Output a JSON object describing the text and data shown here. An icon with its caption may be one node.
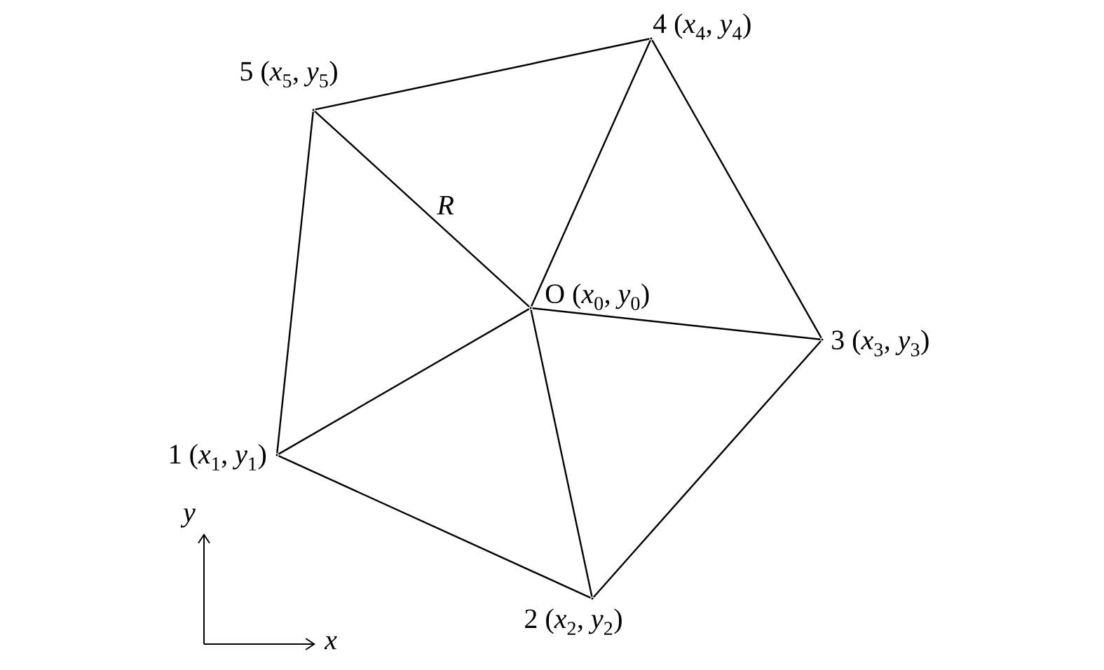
{
  "diagram": {
    "nodes": [
      {
        "text": [],
        "shape": "point",
        "beside": [
          "O (*x*$_{0}$, *y*$_{0}$)"
        ]
      },
      {
        "text": [],
        "shape": "point",
        "beside": [
          "1 (*x*$_{1}$, *y*$_{1}$)"
        ]
      },
      {
        "text": [],
        "shape": "point",
        "beside": [
          "2 (*x*$_{2}$, *y*$_{2}$)"
        ]
      },
      {
        "text": [],
        "shape": "point",
        "beside": [
          "3 (*x*$_{3}$, *y*$_{3}$)"
        ]
      },
      {
        "text": [],
        "shape": "point",
        "beside": [
          "4 (*x*$_{4}$, *y*$_{4}$)"
        ]
      },
      {
        "text": [],
        "shape": "point",
        "beside": [
          "5 (*x*$_{5}$, *y*$_{5}$)"
        ]
      }
    ],
    "edges": [
      {
        "from": 0,
        "to": 1,
        "arrow": "none"
      },
      {
        "from": 0,
        "to": 2,
        "arrow": "none"
      },
      {
        "from": 0,
        "to": 3,
        "arrow": "none"
      },
      {
        "from": 0,
        "to": 4,
        "arrow": "none"
      },
      {
        "from": 0,
        "to": 5,
        "arrow": "none",
        "label": "R"
      },
      {
        "from": 1,
        "to": 2,
        "arrow": "none"
      },
      {
        "from": 2,
        "to": 3,
        "arrow": "none"
      },
      {
        "from": 3,
        "to": 4,
        "arrow": "none"
      },
      {
        "from": 4,
        "to": 5,
        "arrow": "none"
      },
      {
        "from": 5,
        "to": 1,
        "arrow": "none"
      }
    ],
    "labels": [
      "y",
      "x"
    ]
  }
}
